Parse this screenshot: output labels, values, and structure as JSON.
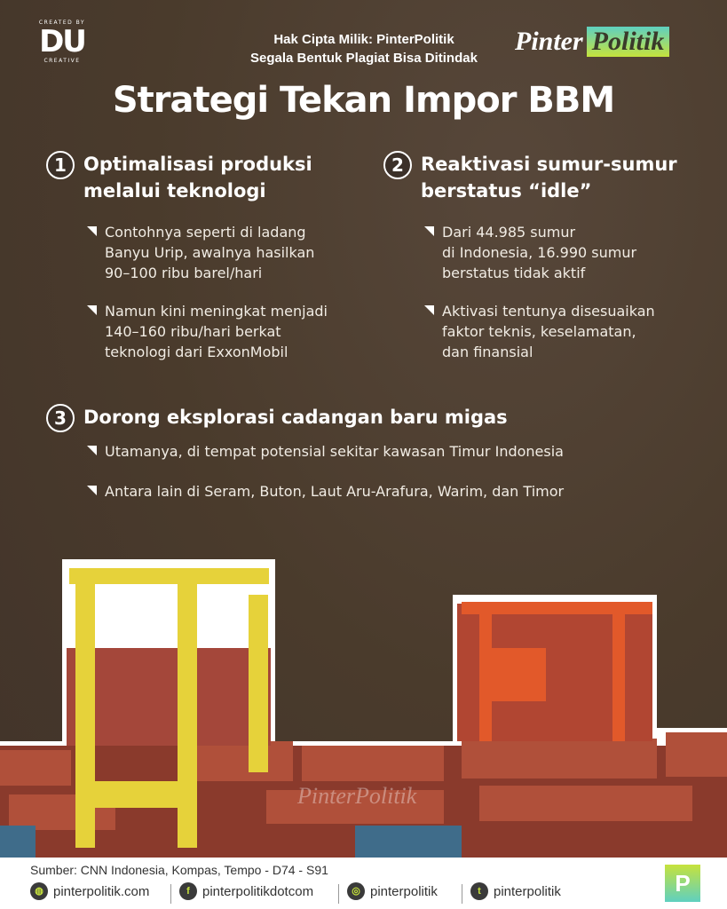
{
  "header": {
    "created_by": "CREATED BY",
    "du": "DU",
    "creative": "CREATIVE",
    "copyright_1": "Hak Cipta Milik: PinterPolitik",
    "copyright_2": "Segala Bentuk Plagiat Bisa Ditindak",
    "brand_a": "Pinter",
    "brand_b": "Politik"
  },
  "title": "Strategi Tekan Impor BBM",
  "sections": [
    {
      "num": "1",
      "heading_1": "Optimalisasi produksi",
      "heading_2": "melalui teknologi",
      "bullets": [
        [
          "Contohnya seperti di ladang",
          "Banyu Urip, awalnya hasilkan",
          "90–100 ribu barel/hari"
        ],
        [
          "Namun kini meningkat menjadi",
          "140–160 ribu/hari berkat",
          "teknologi dari ExxonMobil"
        ]
      ]
    },
    {
      "num": "2",
      "heading_1": "Reaktivasi sumur-sumur",
      "heading_2": "berstatus “idle”",
      "bullets": [
        [
          "Dari 44.985 sumur",
          "di Indonesia, 16.990 sumur",
          "berstatus tidak aktif"
        ],
        [
          "Aktivasi tentunya disesuaikan",
          "faktor teknis, keselamatan,",
          "dan finansial"
        ]
      ]
    },
    {
      "num": "3",
      "heading_1": "Dorong eksplorasi cadangan baru migas",
      "bullets": [
        [
          "Utamanya, di tempat potensial sekitar kawasan Timur Indonesia"
        ],
        [
          "Antara lain di Seram, Buton, Laut Aru-Arafura, Warim, dan Timor"
        ]
      ]
    }
  ],
  "watermark": "PinterPolitik",
  "footer": {
    "source": "Sumber: CNN Indonesia, Kompas, Tempo - D74 - S91",
    "website": "pinterpolitik.com",
    "facebook": "pinterpolitikdotcom",
    "instagram": "pinterpolitik",
    "twitter": "pinterpolitik",
    "logo": "P"
  }
}
